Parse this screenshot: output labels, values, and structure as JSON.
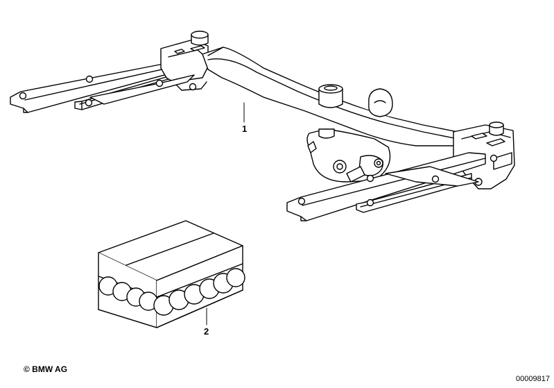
{
  "diagram": {
    "callouts": [
      {
        "id": "callout-1",
        "label": "1"
      },
      {
        "id": "callout-2",
        "label": "2"
      }
    ],
    "copyright": "© BMW AG",
    "diagram_id": "00009817"
  }
}
